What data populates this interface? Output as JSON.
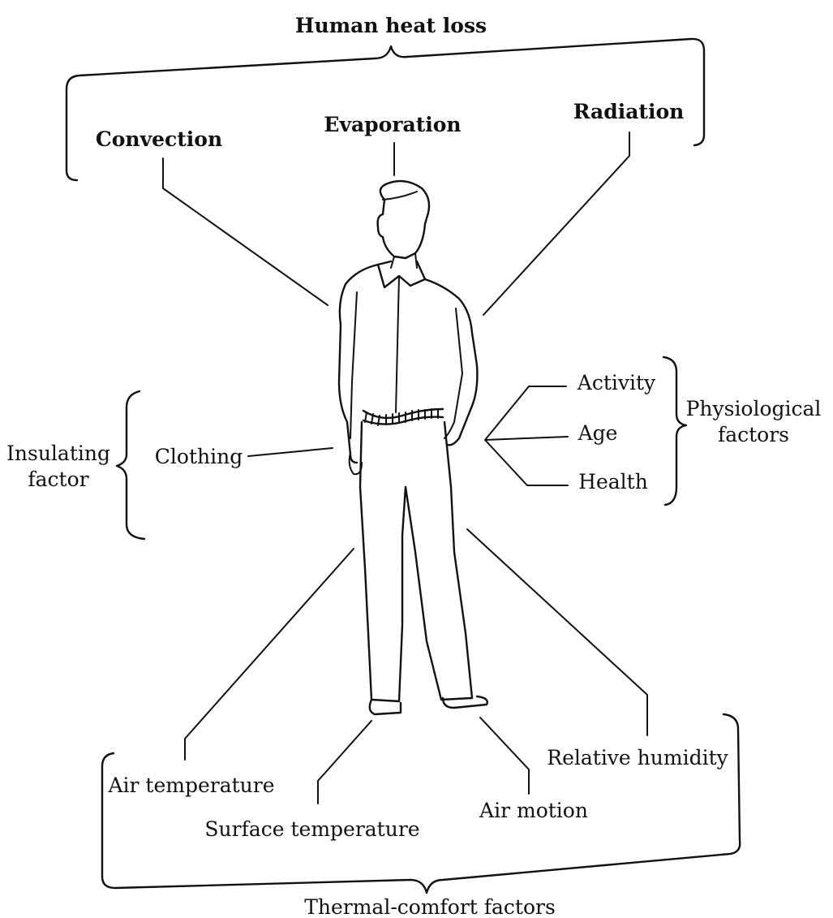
{
  "title": "Human heat loss",
  "heat_loss_modes": {
    "convection": "Convection",
    "evaporation": "Evaporation",
    "radiation": "Radiation"
  },
  "insulating": {
    "group_label_line1": "Insulating",
    "group_label_line2": "factor",
    "item": "Clothing"
  },
  "physiological": {
    "group_label_line1": "Physiological",
    "group_label_line2": "factors",
    "items": [
      "Activity",
      "Age",
      "Health"
    ]
  },
  "thermal_comfort": {
    "group_label": "Thermal-comfort factors",
    "items": [
      "Air temperature",
      "Surface temperature",
      "Air motion",
      "Relative humidity"
    ]
  },
  "colors": {
    "ink": "#111111",
    "background": "#ffffff"
  }
}
